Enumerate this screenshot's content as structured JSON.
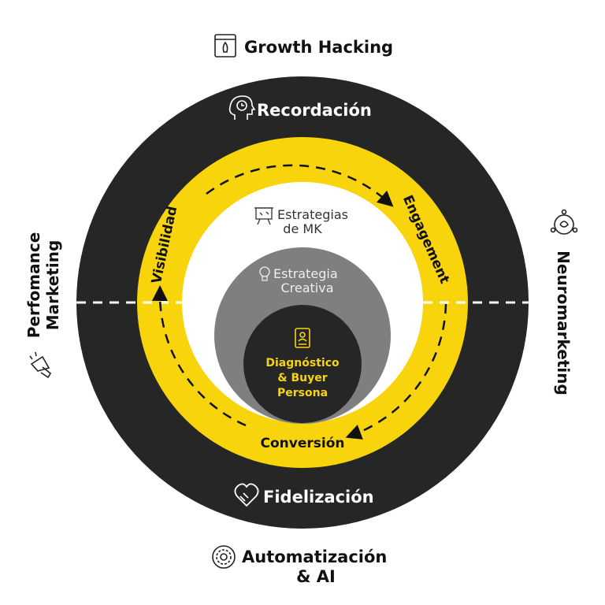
{
  "colors": {
    "dark": "#262626",
    "yellow": "#f7d40c",
    "gray": "#7f7f7f",
    "white": "#ffffff"
  },
  "outer": {
    "top": "Growth Hacking",
    "bottom_line1": "Automatización",
    "bottom_line2": "& AI",
    "left_line1": "Perfomance",
    "left_line2": "Marketing",
    "right": "Neuromarketing"
  },
  "dark_ring": {
    "top": "Recordación",
    "bottom": "Fidelización"
  },
  "yellow_ring": {
    "left": "Visibilidad",
    "right": "Engagement",
    "bottom": "Conversión"
  },
  "white_circle": {
    "line1": "Estrategias",
    "line2": "de MK"
  },
  "gray_circle": {
    "line1": "Estrategia",
    "line2": "Creativa"
  },
  "core": {
    "line1": "Diagnóstico",
    "line2": "& Buyer",
    "line3": "Persona"
  },
  "icons": [
    "rocket-browser-icon",
    "head-clock-icon",
    "brain-network-icon",
    "megaphone-icon",
    "handshake-heart-icon",
    "gear-icon",
    "presentation-board-icon",
    "lightbulb-icon",
    "profile-document-icon"
  ]
}
